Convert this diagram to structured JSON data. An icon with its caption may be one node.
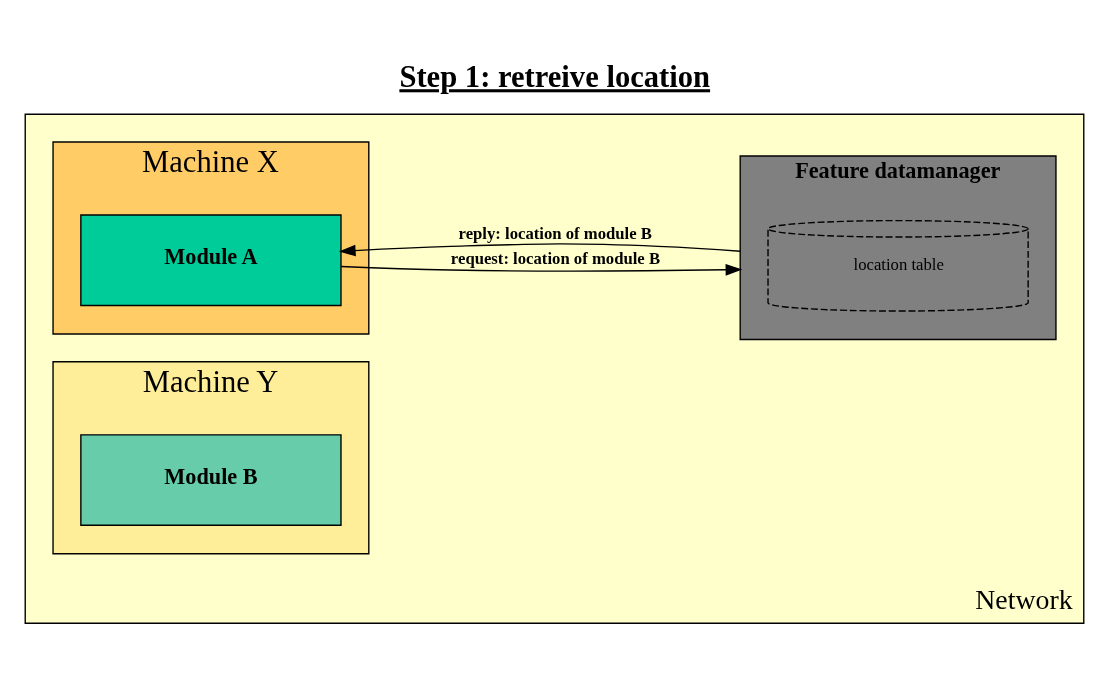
{
  "diagram": {
    "title": "Step 1: retreive location",
    "nodes": [
      {
        "text": [
          "Network"
        ]
      },
      {
        "text": [
          "Machine X"
        ],
        "in": 0
      },
      {
        "text": [
          "Module A"
        ],
        "in": 1
      },
      {
        "text": [
          "Feature datamanager"
        ],
        "in": 0
      },
      {
        "text": [
          "location table"
        ],
        "in": 3
      },
      {
        "text": [
          "Machine Y"
        ],
        "in": 0
      },
      {
        "text": [
          "Module B"
        ],
        "in": 5
      }
    ],
    "edges": [
      {
        "from": 2,
        "to": 3,
        "arrow": "to",
        "label": "request: location of module B"
      },
      {
        "from": 3,
        "to": 2,
        "arrow": "to",
        "label": "reply: location of module B"
      }
    ]
  }
}
